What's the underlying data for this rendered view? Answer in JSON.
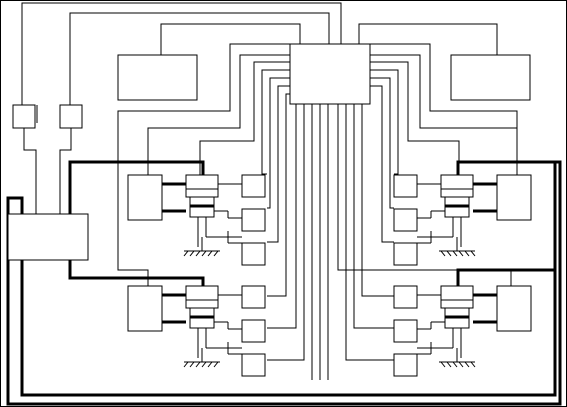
{
  "diagram": {
    "description_labels": [],
    "colors": {
      "line": "#000000",
      "background": "#ffffff"
    },
    "components": {
      "controller": "central-controller-block",
      "power_unit": "power-unit-block",
      "upper_panels": [
        "upper-left-panel",
        "upper-right-panel"
      ],
      "switches": [
        "left-switch",
        "right-switch"
      ],
      "modules": [
        "top-left-module",
        "top-right-module",
        "bottom-left-module",
        "bottom-right-module"
      ]
    }
  }
}
